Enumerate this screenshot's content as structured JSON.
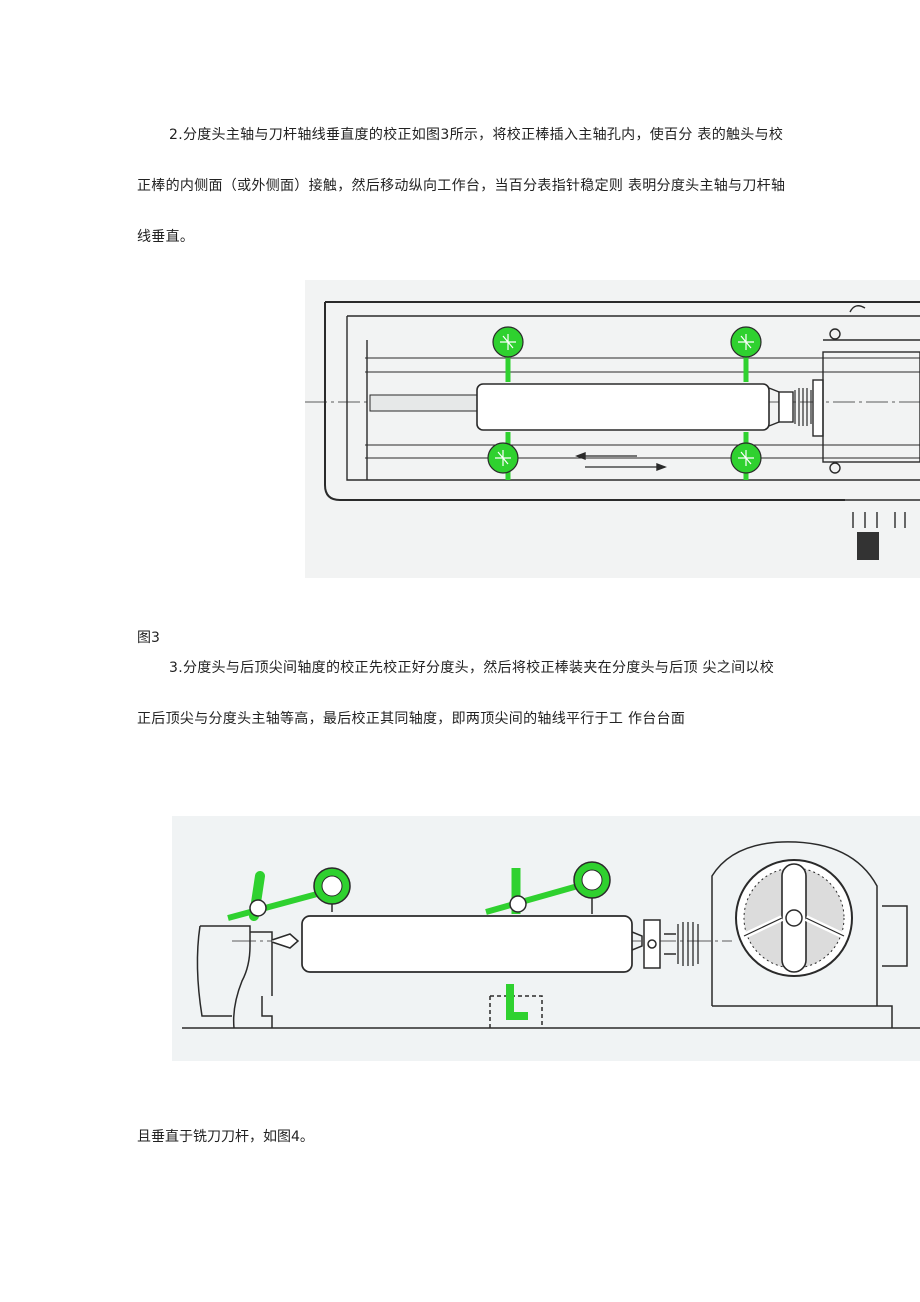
{
  "paragraph_2": "2.分度头主轴与刀杆轴线垂直度的校正如图3所示，将校正棒插入主轴孔内，使百分 表的触头与校正棒的内侧面（或外侧面）接触，然后移动纵向工作台，当百分表指针稳定则 表明分度头主轴与刀杆轴线垂直。",
  "figure_3_caption": "图3",
  "paragraph_3_part1": "3.分度头与后顶尖间轴度的校正先校正好分度头，然后将校正棒装夹在分度头与后顶 尖之间以校正后顶尖与分度头主轴等高，最后校正其同轴度，即两顶尖间的轴线平行于工 作台台面",
  "paragraph_3_part2": "且垂直于铣刀刀杆，如图4。",
  "colors": {
    "highlight_green": "#2fd12f",
    "line_dark": "#2a2a2a",
    "figure_bg": "#f1f3f3"
  }
}
